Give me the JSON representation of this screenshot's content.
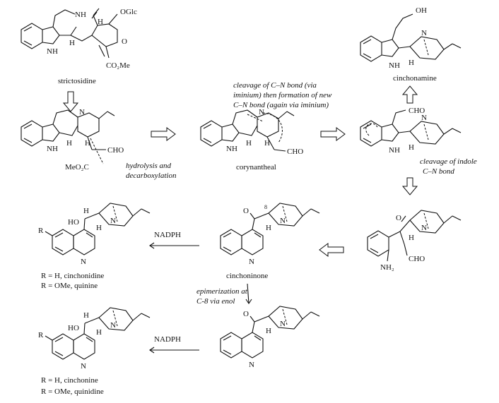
{
  "compounds": {
    "strictosidine": "strictosidine",
    "corynantheal": "corynantheal",
    "cinchonamine": "cinchonamine",
    "cinchoninone": "cinchoninone",
    "cinchonidine_line": "R = H,  cinchonidine",
    "quinine_line": "R = OMe,  quinine",
    "cinchonine_line": "R = H,  cinchonine",
    "quinidine_line": "R = OMe,  quinidine"
  },
  "steps": {
    "cleavage_cn_1": "cleavage of C–N bond (via",
    "cleavage_cn_2": "iminium) then formation of new",
    "cleavage_cn_3": "C–N bond (again via iminium)",
    "hydrolysis_1": "hydrolysis and",
    "hydrolysis_2": "decarboxylation",
    "indole_1": "cleavage of indole",
    "indole_2": "C–N bond",
    "epimer_1": "epimerization  at",
    "epimer_2": "C-8 via enol",
    "nadph_top": "NADPH",
    "nadph_bottom": "NADPH"
  },
  "atoms": {
    "nh": "NH",
    "n": "N",
    "h": "H",
    "oglc": "OGlc",
    "co2me": "CO₂Me",
    "o": "O",
    "cho": "CHO",
    "meo2c": "MeO₂C",
    "oh": "OH",
    "ho": "HO",
    "r": "R",
    "nh2": "NH₂",
    "eight": "8"
  }
}
